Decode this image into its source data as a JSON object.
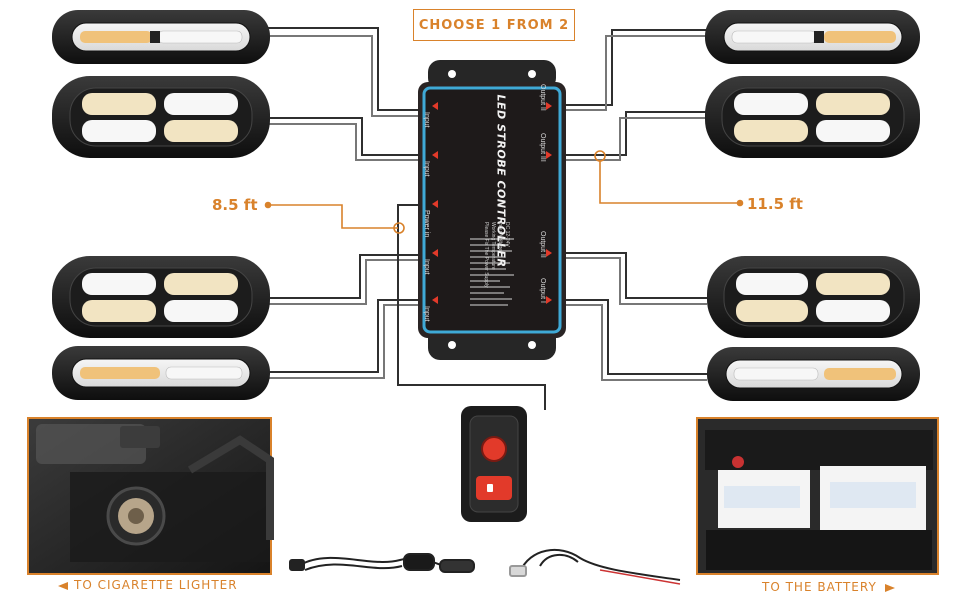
{
  "header": {
    "choose_label": "CHOOSE 1 FROM 2"
  },
  "lengths": {
    "left_length": "8.5 ft",
    "right_length": "11.5 ft"
  },
  "controller": {
    "title": "LED STROBE CONTROLLER",
    "left_ports": [
      "Input",
      "Input",
      "Power in",
      "Input",
      "Input"
    ],
    "right_ports": [
      "Output II",
      "Output III",
      "Output II",
      "Output I"
    ],
    "spec_lines": [
      "DC 12-24V",
      "Input Voltage",
      "Working Temperature",
      "Please Fix The Power Supply"
    ]
  },
  "captions": {
    "left_caption": "TO CIGARETTE LIGHTER",
    "right_caption": "TO THE BATTERY"
  },
  "colors": {
    "accent": "#d9822b",
    "cable": "#2f2f2f",
    "controller_trim": "#3fa9d6",
    "switch_red": "#e23a2a"
  }
}
